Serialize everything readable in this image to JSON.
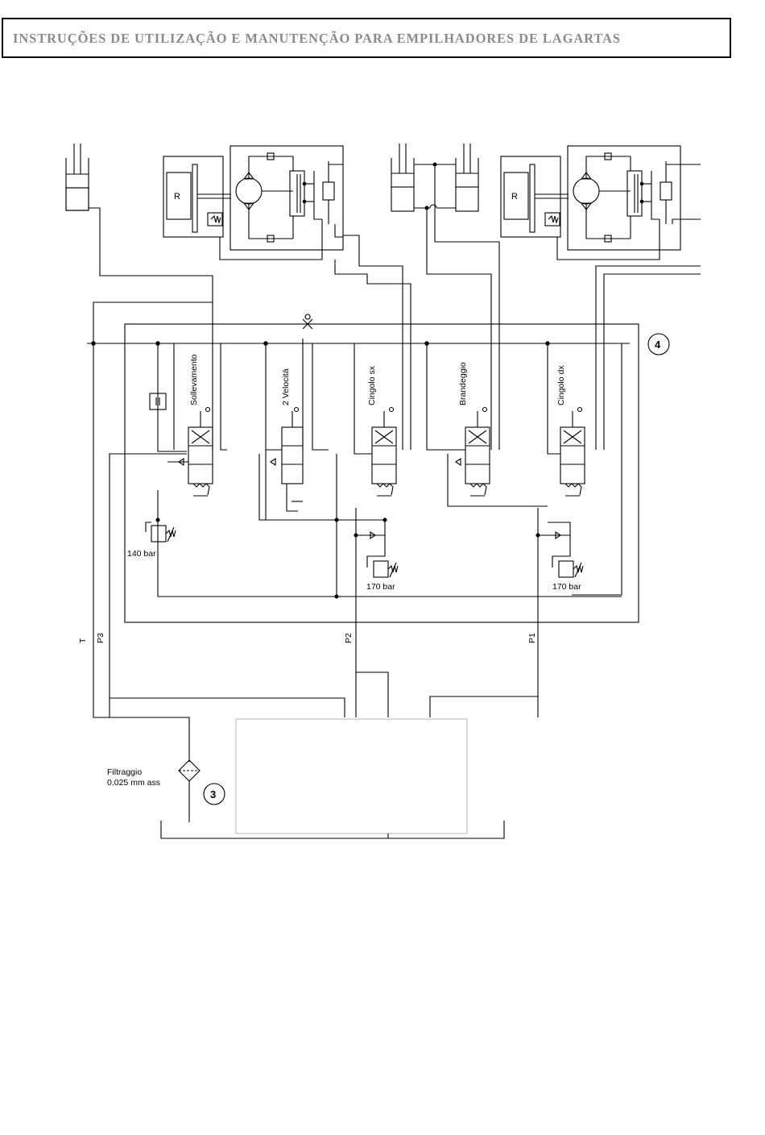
{
  "header": {
    "title": "INSTRUÇÕES DE UTILIZAÇÃO E MANUTENÇÃO PARA EMPILHADORES DE LAGARTAS"
  },
  "motors": {
    "reducer_label": "R"
  },
  "sections": [
    {
      "label": "Sollevamento"
    },
    {
      "label": "2 Velocità"
    },
    {
      "label": "Cingolo sx"
    },
    {
      "label": "Brandeggio"
    },
    {
      "label": "Cingolo dx"
    }
  ],
  "relief_valves": {
    "p3_setting": "140 bar",
    "p2_setting": "170 bar",
    "p1_setting": "170 bar"
  },
  "ports": {
    "t": "T",
    "p3": "P3",
    "p2": "P2",
    "p1": "P1"
  },
  "filter": {
    "line1": "Filtraggio",
    "line2": "0.025 mm ass"
  },
  "callouts": {
    "valve_block": "4",
    "filter": "3"
  }
}
